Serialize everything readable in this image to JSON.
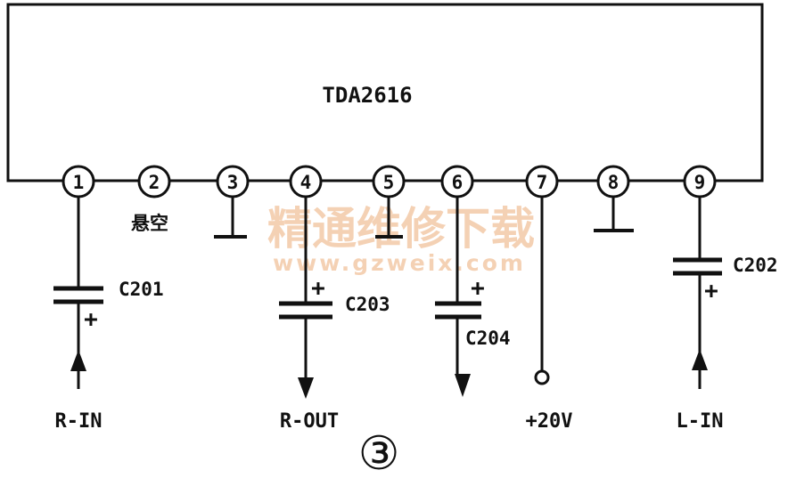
{
  "chip": {
    "name": "TDA2616"
  },
  "pins": [
    "1",
    "2",
    "3",
    "4",
    "5",
    "6",
    "7",
    "8",
    "9"
  ],
  "pin2_note": "悬空",
  "capacitors": {
    "c201": {
      "label": "C201",
      "polarity": "+"
    },
    "c203": {
      "label": "C203",
      "polarity": "+"
    },
    "c204": {
      "label": "C204",
      "polarity": "+"
    },
    "c202": {
      "label": "C202",
      "polarity": "+"
    }
  },
  "signals": {
    "r_in": "R-IN",
    "r_out": "R-OUT",
    "supply": "+20V",
    "l_in": "L-IN"
  },
  "figure_number": "③",
  "watermark": {
    "title": "精通维修下载",
    "url": "www.gzweix.com",
    "color": "#f3c9a8"
  }
}
